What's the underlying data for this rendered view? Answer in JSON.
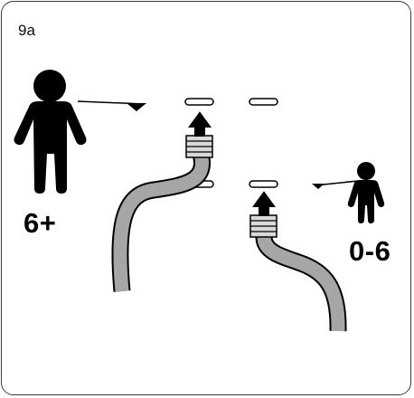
{
  "step": "9a",
  "levels": {
    "adult_age": "6+",
    "child_age": "0-6"
  },
  "colors": {
    "line": "#000000",
    "hose_fill": "#a6a6a6",
    "connector_fill": "#d9d9d9"
  },
  "icons": [
    "adult-person-icon",
    "child-person-icon",
    "up-arrow-icon",
    "hose-icon",
    "level-marker-icon"
  ]
}
